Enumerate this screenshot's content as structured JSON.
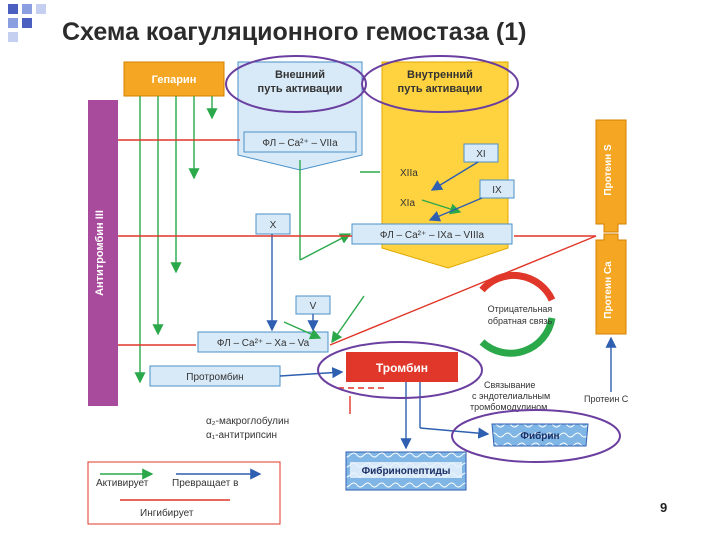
{
  "slide": {
    "title": "Схема коагуляционного гемостаза (1)",
    "page_number": "9"
  },
  "diagram": {
    "heparin": "Гепарин",
    "extrinsic": [
      "Внешний",
      "путь активации"
    ],
    "intrinsic": [
      "Внутренний",
      "путь активации"
    ],
    "antithrombin": "Антитромбин III",
    "fl_ca_viia": "ФЛ – Ca²⁺ – VIIa",
    "xi": "XI",
    "xiia": "XIIa",
    "ix": "IX",
    "xia": "XIa",
    "x": "X",
    "fl_ca_ixa_viiia": "ФЛ – Ca²⁺ – IXa – VIIIa",
    "protein_s": "Протеин S",
    "protein_ca": "Протеин Ca",
    "v": "V",
    "negative_feedback": [
      "Отрицательная",
      "обратная связь"
    ],
    "fl_ca_xa_va": "ФЛ – Ca²⁺ – Xa – Va",
    "prothrombin": "Протромбин",
    "thrombin": "Тромбин",
    "binding": [
      "Связывание",
      "с эндотелиальным",
      "тромбомодулином"
    ],
    "protein_c": "Протеин C",
    "inhibitors": [
      "α₂-макроглобулин",
      "α₁-антитрипсин"
    ],
    "fibrin": "Фибрин",
    "fibrinopeptides": "Фибринопептиды",
    "legend": {
      "activates": "Активирует",
      "converts": "Превращает в",
      "inhibits": "Ингибирует"
    }
  },
  "colors": {
    "green": "#2aa84a",
    "blue": "#2f5fb0",
    "red": "#e0372a",
    "orange": "#f5a623",
    "yellow": "#ffd23f",
    "purple": "#a84b9c",
    "box_fill": "#d8eaf8",
    "box_stroke": "#4a90c8",
    "highlight": "#6a3fa0"
  }
}
